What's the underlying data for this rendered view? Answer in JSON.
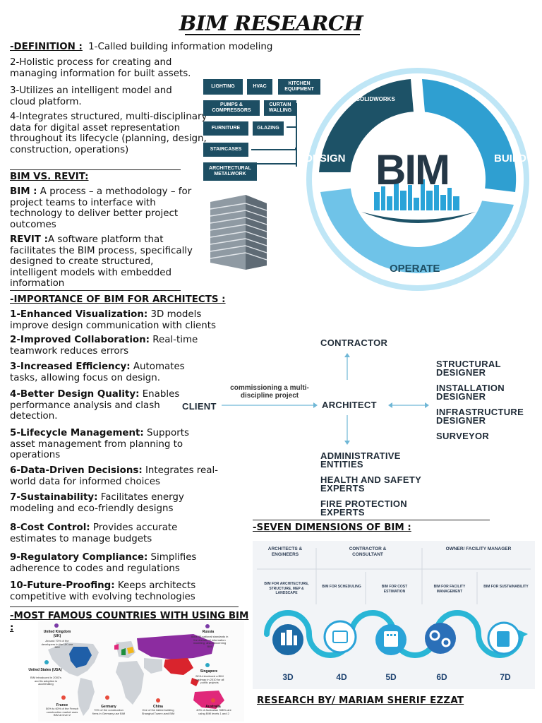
{
  "title": "BIM RESEARCH",
  "definition": {
    "heading": "-DEFINITION :",
    "item1": "1-Called building information modeling",
    "item2": "2-Holistic process for creating and managing information for built assets.",
    "item3": "3-Utilizes an intelligent model and cloud platform.",
    "item4": "4-Integrates structured, multi-disciplinary data for digital asset representation throughout its lifecycle (planning, design, construction, operations)"
  },
  "vs": {
    "heading": "BIM VS. REVIT:",
    "bim_label": "BIM :",
    "bim_text": " A process – a methodology – for project teams to interface with technology to deliver better project outcomes",
    "revit_label": "REVIT :",
    "revit_text": "A software platform that facilitates the BIM process, specifically designed to create structured, intelligent models with embedded information"
  },
  "importance": {
    "heading": "-IMPORTANCE OF BIM FOR ARCHITECTS :",
    "items": [
      {
        "label": "1-Enhanced Visualization:",
        "text": " 3D models improve design communication with clients"
      },
      {
        "label": "2-Improved Collaboration:",
        "text": " Real-time teamwork reduces errors"
      },
      {
        "label": "3-Increased Efficiency:",
        "text": " Automates tasks, allowing focus on design."
      },
      {
        "label": "4-Better Design Quality:",
        "text": " Enables performance analysis and clash detection."
      },
      {
        "label": "5-Lifecycle Management:",
        "text": " Supports asset management from planning to operations"
      },
      {
        "label": "6-Data-Driven Decisions:",
        "text": " Integrates real-world data for informed choices"
      },
      {
        "label": "7-Sustainability:",
        "text": " Facilitates energy modeling and eco-friendly designs"
      },
      {
        "label": "8-Cost Control:",
        "text": " Provides accurate estimates to manage budgets"
      },
      {
        "label": "9-Regulatory Compliance:",
        "text": " Simplifies adherence to codes and regulations"
      },
      {
        "label": "10-Future-Proofing:",
        "text": " Keeps architects competitive with evolving technologies"
      }
    ]
  },
  "countries": {
    "heading": "-MOST FAMOUS COUNTRIES WITH USING BIM :",
    "markers": [
      {
        "name": "United Kingdom (UK)",
        "note": "Around 70% of the developers in the UK use BIM"
      },
      {
        "name": "Russia",
        "note": "Adds 35 national standards in the domain of information modeling, also concerning BIM"
      },
      {
        "name": "United States (USA)",
        "note": "BIM introduced in 2003's and its adoption is accelerating"
      },
      {
        "name": "Singapore",
        "note": "BCA introduced a BIM roadmap in 2010 for all public projects"
      },
      {
        "name": "France",
        "note": "50% to 60% of the French construction market uses BIM at level 2"
      },
      {
        "name": "Germany",
        "note": "70% of the construction firms in Germany use BIM"
      },
      {
        "name": "China",
        "note": "One of the tallest building Shanghai Tower used BIM"
      },
      {
        "name": "Australia",
        "note": "40% of Australian SMEs are using BIM levels 1 and 2"
      }
    ]
  },
  "bim_graphic": {
    "categories": [
      "LIGHTING",
      "HVAC",
      "KITCHEN EQUIPMENT",
      "PUMPS & COMPRESSORS",
      "CURTAIN WALLING",
      "FURNITURE",
      "GLAZING",
      "STAIRCASES",
      "ARCHITECTURAL METALWORK"
    ],
    "solidworks": "SOLIDWORKS",
    "center": "BIM",
    "design": "DESIGN",
    "build": "BUILD",
    "operate": "OPERATE"
  },
  "flow": {
    "contractor": "CONTRACTOR",
    "client": "CLIENT",
    "architect": "ARCHITECT",
    "commission": "commissioning a multi-discipline project",
    "right": [
      "STRUCTURAL DESIGNER",
      "INSTALLATION DESIGNER",
      "INFRASTRUCTURE DESIGNER",
      "SURVEYOR"
    ],
    "below": [
      "ADMINISTRATIVE ENTITIES",
      "HEALTH AND SAFETY EXPERTS",
      "FIRE PROTECTION EXPERTS"
    ]
  },
  "seven": {
    "heading": "-SEVEN DIMENSIONS OF BIM :",
    "groups": [
      "ARCHITECTS & ENGINEERS",
      "CONTRACTOR & CONSULTANT",
      "OWNER/ FACILITY MANAGER"
    ],
    "subs": [
      "BIM FOR ARCHITECTURE, STRUCTURE, MEP & LANDSCAPE",
      "BIM FOR SCHEDULING",
      "BIM FOR COST ESTIMATION",
      "BIM FOR FACILITY MANAGEMENT",
      "BIM FOR SUSTAINABILITY"
    ],
    "dims": [
      "3D",
      "4D",
      "5D",
      "6D",
      "7D"
    ]
  },
  "credit": "RESEARCH BY/ MARIAM SHERIF EZZAT",
  "colors": {
    "dark_teal": "#1d4e63",
    "mid_blue": "#2f9fd1",
    "light_blue": "#6fc3e8",
    "dim_blue": "#2aa3d8"
  }
}
